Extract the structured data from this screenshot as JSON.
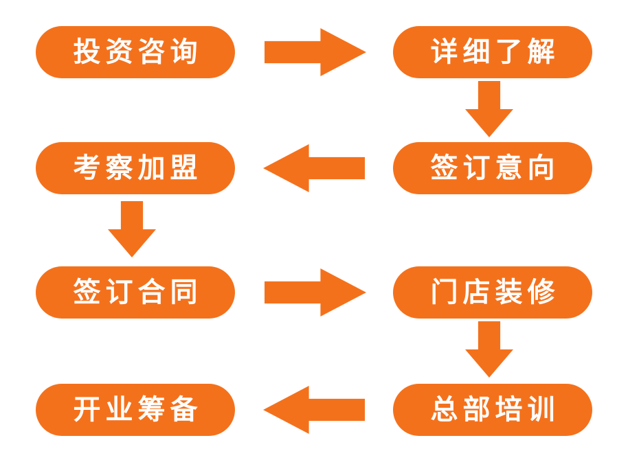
{
  "diagram": {
    "type": "flowchart",
    "subject": "franchise-joining-process",
    "accent_color": "#F4711C",
    "text_color": "#FFFFFF",
    "background_color": "#FFFFFF",
    "steps": [
      {
        "order": 1,
        "label": "投资咨询"
      },
      {
        "order": 2,
        "label": "详细了解"
      },
      {
        "order": 3,
        "label": "签订意向"
      },
      {
        "order": 4,
        "label": "考察加盟"
      },
      {
        "order": 5,
        "label": "签订合同"
      },
      {
        "order": 6,
        "label": "门店装修"
      },
      {
        "order": 7,
        "label": "总部培训"
      },
      {
        "order": 8,
        "label": "开业筹备"
      }
    ],
    "connections": [
      {
        "from": "投资咨询",
        "to": "详细了解",
        "direction": "right"
      },
      {
        "from": "详细了解",
        "to": "签订意向",
        "direction": "down"
      },
      {
        "from": "签订意向",
        "to": "考察加盟",
        "direction": "left"
      },
      {
        "from": "考察加盟",
        "to": "签订合同",
        "direction": "down"
      },
      {
        "from": "签订合同",
        "to": "门店装修",
        "direction": "right"
      },
      {
        "from": "门店装修",
        "to": "总部培训",
        "direction": "down"
      },
      {
        "from": "总部培训",
        "to": "开业筹备",
        "direction": "left"
      }
    ]
  }
}
